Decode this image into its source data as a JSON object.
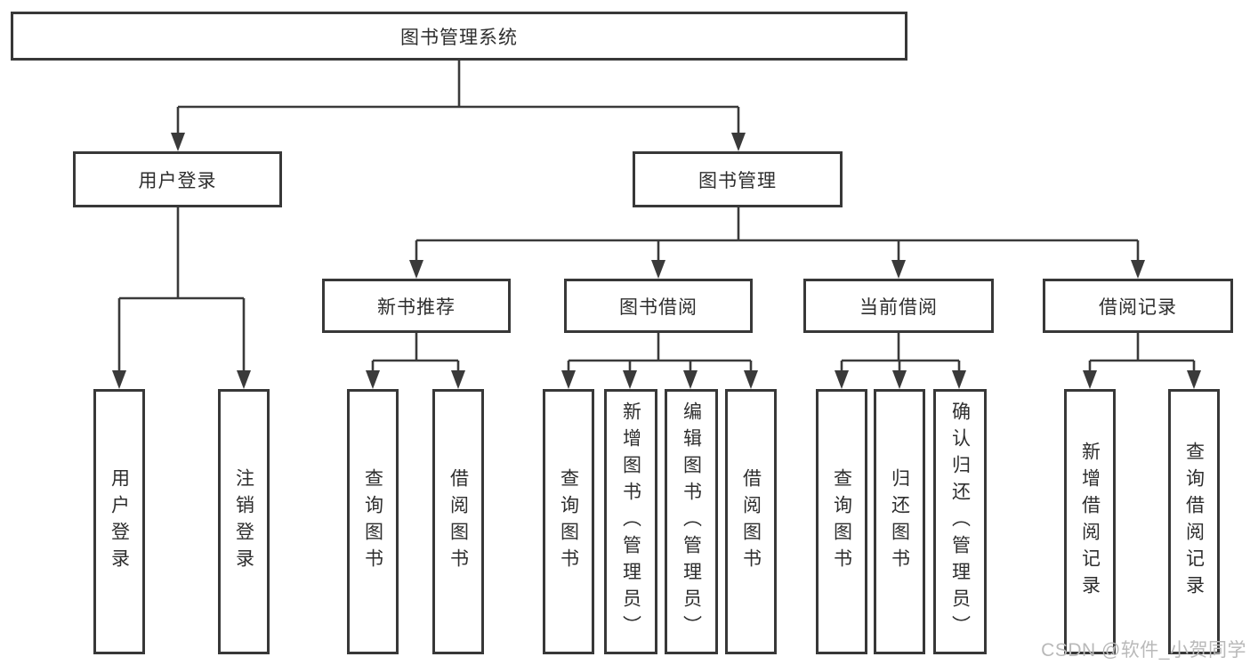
{
  "tree": {
    "label": "图书管理系统",
    "children": [
      {
        "label": "用户登录",
        "children": [
          {
            "label": "用户登录"
          },
          {
            "label": "注销登录"
          }
        ]
      },
      {
        "label": "图书管理",
        "children": [
          {
            "label": "新书推荐",
            "children": [
              {
                "label": "查询图书"
              },
              {
                "label": "借阅图书"
              }
            ]
          },
          {
            "label": "图书借阅",
            "children": [
              {
                "label": "查询图书"
              },
              {
                "label": "新增图书（管理员）"
              },
              {
                "label": "编辑图书（管理员）"
              },
              {
                "label": "借阅图书"
              }
            ]
          },
          {
            "label": "当前借阅",
            "children": [
              {
                "label": "查询图书"
              },
              {
                "label": "归还图书"
              },
              {
                "label": "确认归还（管理员）"
              }
            ]
          },
          {
            "label": "借阅记录",
            "children": [
              {
                "label": "新增借阅记录"
              },
              {
                "label": "查询借阅记录"
              }
            ]
          }
        ]
      }
    ]
  },
  "watermark": "CSDN @软件_小贺同学",
  "colors": {
    "line": "#3a3a3a",
    "border": "#383838",
    "text": "#2e2e2e",
    "watermark": "#b9b9b9",
    "background": "#ffffff"
  }
}
